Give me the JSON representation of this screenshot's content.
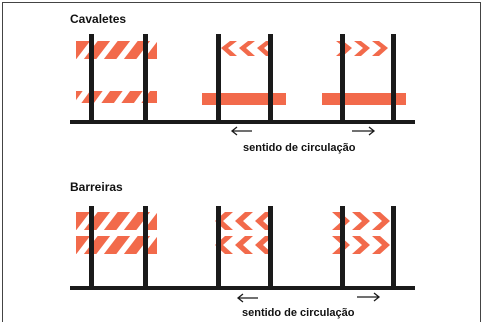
{
  "sections": [
    {
      "title": "Cavaletes",
      "caption": "sentido de circulação"
    },
    {
      "title": "Barreiras",
      "caption": "sentido de circulação"
    }
  ],
  "colors": {
    "stripe": "#f26a4b",
    "post": "#1a1a1a",
    "background": "#ffffff",
    "frame": "#444444"
  },
  "icons": {
    "left_arrow": "arrow-left-icon",
    "right_arrow": "arrow-right-icon"
  }
}
